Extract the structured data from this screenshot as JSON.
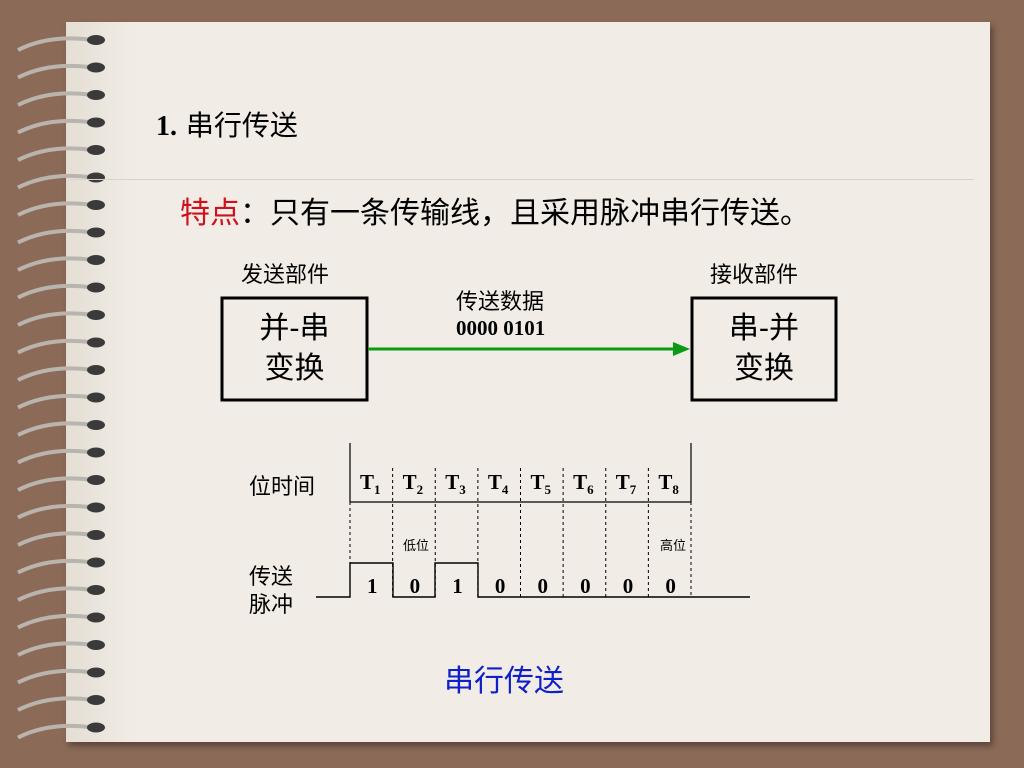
{
  "title": {
    "number": "1.",
    "text": "串行传送"
  },
  "feature": {
    "label": "特点",
    "colon": "：",
    "text": "只有一条传输线，且采用脉冲串行传送。"
  },
  "sender": {
    "caption": "发送部件",
    "line1": "并-串",
    "line2": "变换"
  },
  "receiver": {
    "caption": "接收部件",
    "line1": "串-并",
    "line2": "变换"
  },
  "transfer": {
    "label": "传送数据",
    "data": "0000  0101"
  },
  "timing": {
    "bit_time_label": "位时间",
    "pulse_label_line1": "传送",
    "pulse_label_line2": "脉冲",
    "ticks": [
      {
        "t": "T",
        "sub": "1"
      },
      {
        "t": "T",
        "sub": "2"
      },
      {
        "t": "T",
        "sub": "3"
      },
      {
        "t": "T",
        "sub": "4"
      },
      {
        "t": "T",
        "sub": "5"
      },
      {
        "t": "T",
        "sub": "6"
      },
      {
        "t": "T",
        "sub": "7"
      },
      {
        "t": "T",
        "sub": "8"
      }
    ],
    "bits": [
      "1",
      "0",
      "1",
      "0",
      "0",
      "0",
      "0",
      "0"
    ],
    "low_label": "低位",
    "high_label": "高位"
  },
  "caption": "串行传送",
  "colors": {
    "arrow": "#0a9a14",
    "highlight": "#d0101a",
    "caption": "#1020c8",
    "paper": "#f1ede6",
    "background": "#8b6a57"
  }
}
